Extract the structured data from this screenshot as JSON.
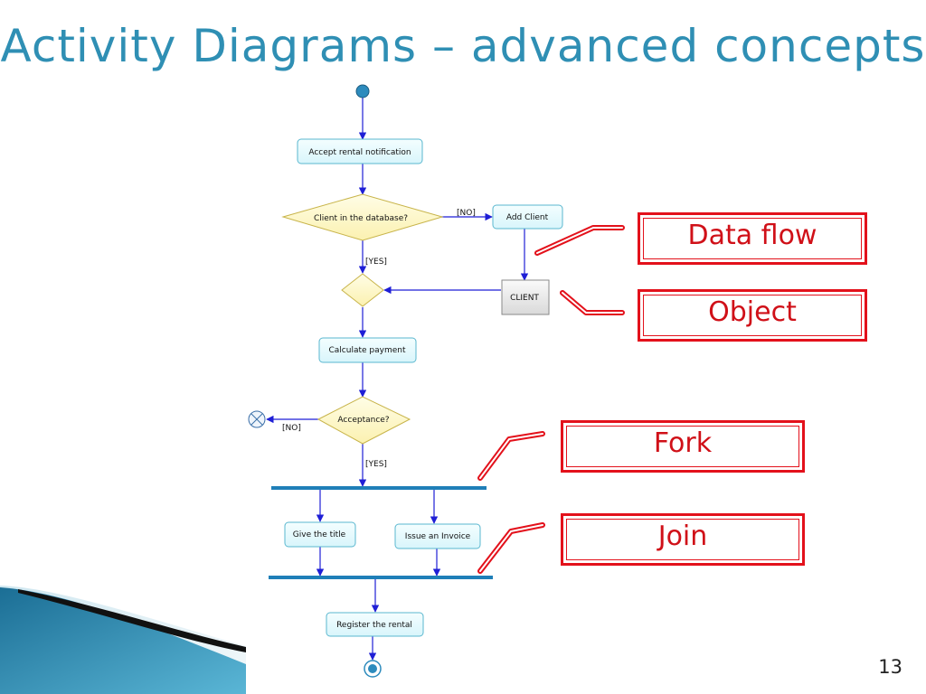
{
  "slide": {
    "title": "Activity Diagrams – advanced concepts",
    "page_number": "13"
  },
  "diagram": {
    "activities": {
      "accept": "Accept rental notification",
      "add_client": "Add Client",
      "calculate": "Calculate payment",
      "give_title": "Give the title",
      "issue_invoice": "Issue an Invoice",
      "register": "Register the rental"
    },
    "decisions": {
      "client_in_db": "Client in the database?",
      "acceptance": "Acceptance?"
    },
    "object": {
      "client": "CLIENT"
    },
    "guards": {
      "no_1": "[NO]",
      "yes_1": "[YES]",
      "no_2": "[NO]",
      "yes_2": "[YES]"
    }
  },
  "callouts": {
    "data_flow": "Data flow",
    "object": "Object",
    "fork": "Fork",
    "join": "Join"
  },
  "colors": {
    "title": "#2f8fb4",
    "callout_red": "#e3111b",
    "activity_fill": "#e6fbfd",
    "activity_border": "#5ab7cf",
    "decision_fill": "#fffacd",
    "flow_line": "#1f1fd6",
    "bar": "#1f7fb8"
  }
}
